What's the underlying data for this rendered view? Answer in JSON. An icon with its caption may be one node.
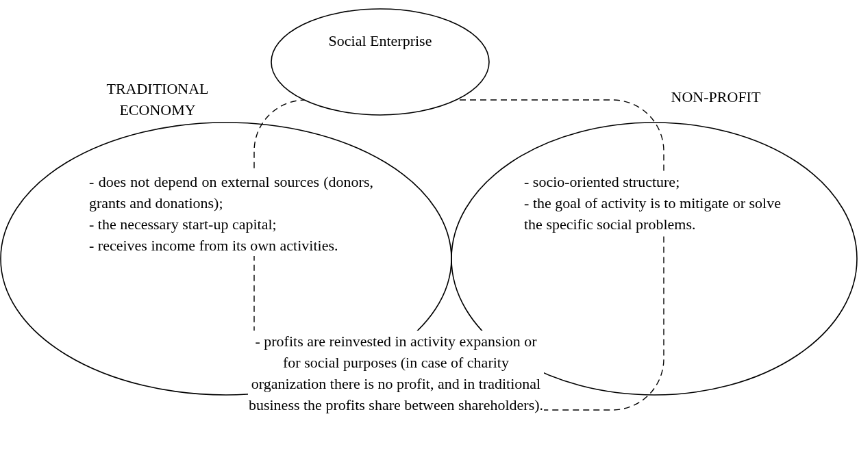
{
  "diagram": {
    "nodes": [
      {
        "text": [
          "Social Enterprise"
        ]
      },
      {
        "text": [
          "TRADITIONAL ECONOMY",
          "- does not depend on external sources (donors, grants and donations);",
          "- the necessary start-up capital;",
          "- receives income from its own activities."
        ]
      },
      {
        "text": [
          "NON-PROFIT",
          "- socio-oriented structure;",
          "- the goal of activity is to mitigate or solve the specific social problems."
        ]
      },
      {
        "text": [
          "- profits are reinvested in activity expansion or for social purposes (in case of charity organization there is no profit, and in traditional business the profits share between shareholders)."
        ]
      }
    ]
  }
}
